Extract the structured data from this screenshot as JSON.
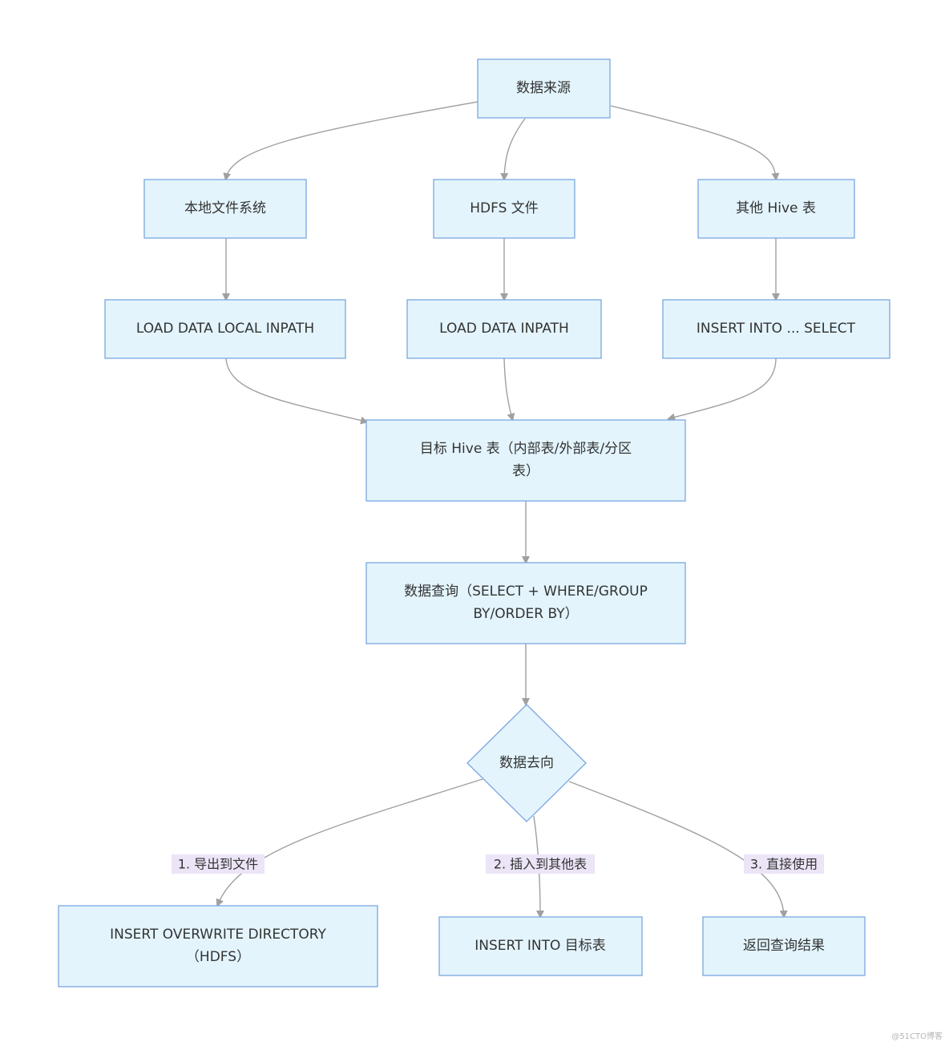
{
  "nodes": {
    "source": "数据来源",
    "local_fs": "本地文件系统",
    "hdfs_file": "HDFS 文件",
    "other_hive": "其他 Hive 表",
    "load_local": "LOAD DATA LOCAL INPATH",
    "load_data": "LOAD DATA INPATH",
    "insert_select": "INSERT INTO ... SELECT",
    "target_line1": "目标 Hive 表（内部表/外部表/分区",
    "target_line2": "表）",
    "query_line1": "数据查询（SELECT + WHERE/GROUP",
    "query_line2": "BY/ORDER BY）",
    "decision": "数据去向",
    "export_line1": "INSERT OVERWRITE DIRECTORY",
    "export_line2": "（HDFS）",
    "insert_target": "INSERT INTO 目标表",
    "return_result": "返回查询结果"
  },
  "edge_labels": {
    "export": "1. 导出到文件",
    "insert": "2. 插入到其他表",
    "direct": "3. 直接使用"
  },
  "watermark": "@51CTO博客",
  "colors": {
    "node_fill": "#e3f4fc",
    "node_stroke": "#7aa7e0",
    "edge": "#a0a0a0",
    "label_bg": "#ece4f7"
  }
}
